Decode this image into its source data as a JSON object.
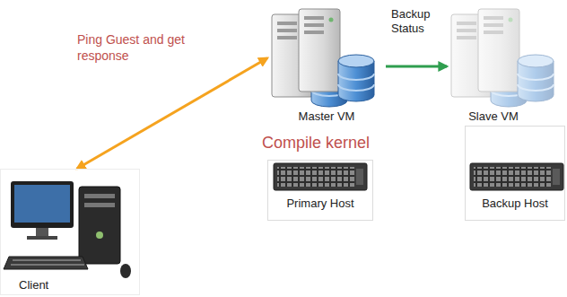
{
  "diagram": {
    "nodes": [
      {
        "text": [
          "Master VM"
        ]
      },
      {
        "text": [
          "Slave VM"
        ]
      },
      {
        "text": [
          "Primary Host"
        ]
      },
      {
        "text": [
          "Backup Host"
        ]
      },
      {
        "text": [
          "Client"
        ]
      }
    ],
    "edges": [
      {
        "from": 4,
        "to": 0,
        "arrow": "both",
        "label": "Ping Guest and get response"
      },
      {
        "from": 0,
        "to": 1,
        "arrow": "to",
        "label": "Backup Status"
      }
    ],
    "labels": [
      "Compile kernel"
    ]
  }
}
